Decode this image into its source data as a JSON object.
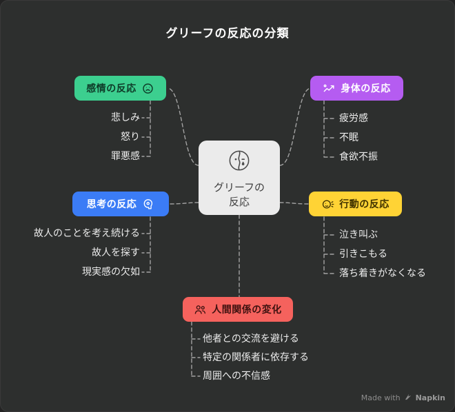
{
  "title": "グリーフの反応の分類",
  "center": {
    "label": "グリーフの反応",
    "bg": "#ebebeb",
    "text_color": "#3e3e3e"
  },
  "branches": [
    {
      "id": "emotion",
      "label": "感情の反応",
      "bg": "#3ccf8f",
      "text_color": "#0e3b28",
      "icon": "emotion-face-icon",
      "side": "top-left",
      "items": [
        "悲しみ",
        "怒り",
        "罪悪感"
      ]
    },
    {
      "id": "physical",
      "label": "身体の反応",
      "bg": "#b55cf1",
      "text_color": "#ffffff",
      "icon": "physical-trend-icon",
      "side": "top-right",
      "items": [
        "疲労感",
        "不眠",
        "食欲不振"
      ]
    },
    {
      "id": "thought",
      "label": "思考の反応",
      "bg": "#3b7cf6",
      "text_color": "#ffffff",
      "icon": "thinking-head-icon",
      "side": "middle-left",
      "items": [
        "故人のことを考え続ける",
        "故人を探す",
        "現実感の欠如"
      ]
    },
    {
      "id": "behavior",
      "label": "行動の反応",
      "bg": "#ffd335",
      "text_color": "#3f3200",
      "icon": "behavior-head-icon",
      "side": "middle-right",
      "items": [
        "泣き叫ぶ",
        "引きこもる",
        "落ち着きがなくなる"
      ]
    },
    {
      "id": "relationship",
      "label": "人間関係の変化",
      "bg": "#f5625d",
      "text_color": "#3f1210",
      "icon": "people-group-icon",
      "side": "bottom-center",
      "items": [
        "他者との交流を避ける",
        "特定の関係者に依存する",
        "周囲への不信感"
      ]
    }
  ],
  "watermark": {
    "made_with": "Made with",
    "brand": "Napkin"
  },
  "colors": {
    "background": "#2d2f2e",
    "connector": "#a3a3a3",
    "item_text": "#ededed",
    "title_text": "#ffffff"
  }
}
